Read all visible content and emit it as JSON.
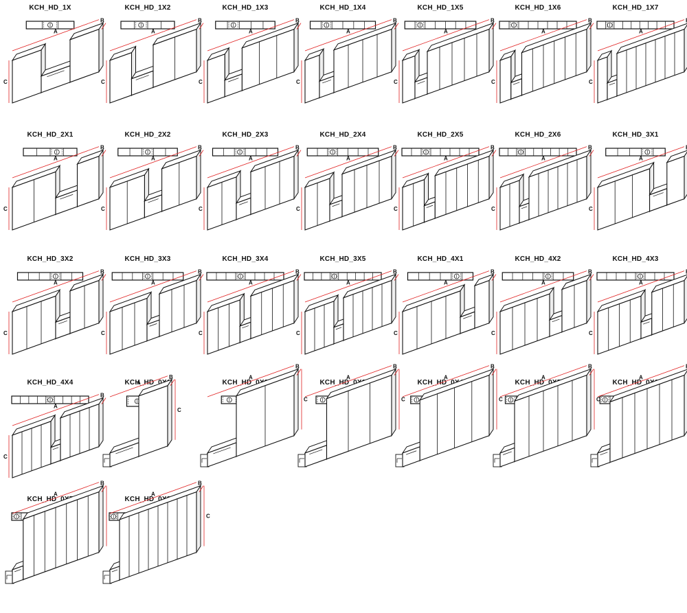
{
  "dimension_labels": {
    "length": "A",
    "depth": "B",
    "height": "C"
  },
  "colors": {
    "line": "#111111",
    "dimension": "#e02020",
    "fill": "#ffffff",
    "side": "#eeeeee"
  },
  "items": [
    {
      "label": "KCH_HD_1X",
      "left_units": 1,
      "right_units": 1
    },
    {
      "label": "KCH_HD_1X2",
      "left_units": 1,
      "right_units": 2
    },
    {
      "label": "KCH_HD_1X3",
      "left_units": 1,
      "right_units": 3
    },
    {
      "label": "KCH_HD_1X4",
      "left_units": 1,
      "right_units": 4
    },
    {
      "label": "KCH_HD_1X5",
      "left_units": 1,
      "right_units": 5
    },
    {
      "label": "KCH_HD_1X6",
      "left_units": 1,
      "right_units": 6
    },
    {
      "label": "KCH_HD_1X7",
      "left_units": 1,
      "right_units": 7
    },
    {
      "label": "KCH_HD_2X1",
      "left_units": 2,
      "right_units": 1
    },
    {
      "label": "KCH_HD_2X2",
      "left_units": 2,
      "right_units": 2
    },
    {
      "label": "KCH_HD_2X3",
      "left_units": 2,
      "right_units": 3
    },
    {
      "label": "KCH_HD_2X4",
      "left_units": 2,
      "right_units": 4
    },
    {
      "label": "KCH_HD_2X5",
      "left_units": 2,
      "right_units": 5
    },
    {
      "label": "KCH_HD_2X6",
      "left_units": 2,
      "right_units": 6
    },
    {
      "label": "KCH_HD_3X1",
      "left_units": 3,
      "right_units": 1
    },
    {
      "label": "KCH_HD_3X2",
      "left_units": 3,
      "right_units": 2
    },
    {
      "label": "KCH_HD_3X3",
      "left_units": 3,
      "right_units": 3
    },
    {
      "label": "KCH_HD_3X4",
      "left_units": 3,
      "right_units": 4
    },
    {
      "label": "KCH_HD_3X5",
      "left_units": 3,
      "right_units": 5
    },
    {
      "label": "KCH_HD_4X1",
      "left_units": 4,
      "right_units": 1
    },
    {
      "label": "KCH_HD_4X2",
      "left_units": 4,
      "right_units": 2
    },
    {
      "label": "KCH_HD_4X3",
      "left_units": 4,
      "right_units": 3
    },
    {
      "label": "KCH_HD_4X4",
      "left_units": 4,
      "right_units": 4
    },
    {
      "label": "KCH_HD_0X1",
      "left_units": 0,
      "right_units": 1
    },
    {
      "label": "KCH_HD_0X2",
      "left_units": 0,
      "right_units": 2
    },
    {
      "label": "KCH_HD_0X3",
      "left_units": 0,
      "right_units": 3
    },
    {
      "label": "KCH_HD_0X4",
      "left_units": 0,
      "right_units": 4
    },
    {
      "label": "KCH_HD_0X5",
      "left_units": 0,
      "right_units": 5
    },
    {
      "label": "KCH_HD_0X6",
      "left_units": 0,
      "right_units": 6
    },
    {
      "label": "KCH_HD_0X7",
      "left_units": 0,
      "right_units": 7
    },
    {
      "label": "KCH_HD_0X8",
      "left_units": 0,
      "right_units": 8
    }
  ]
}
